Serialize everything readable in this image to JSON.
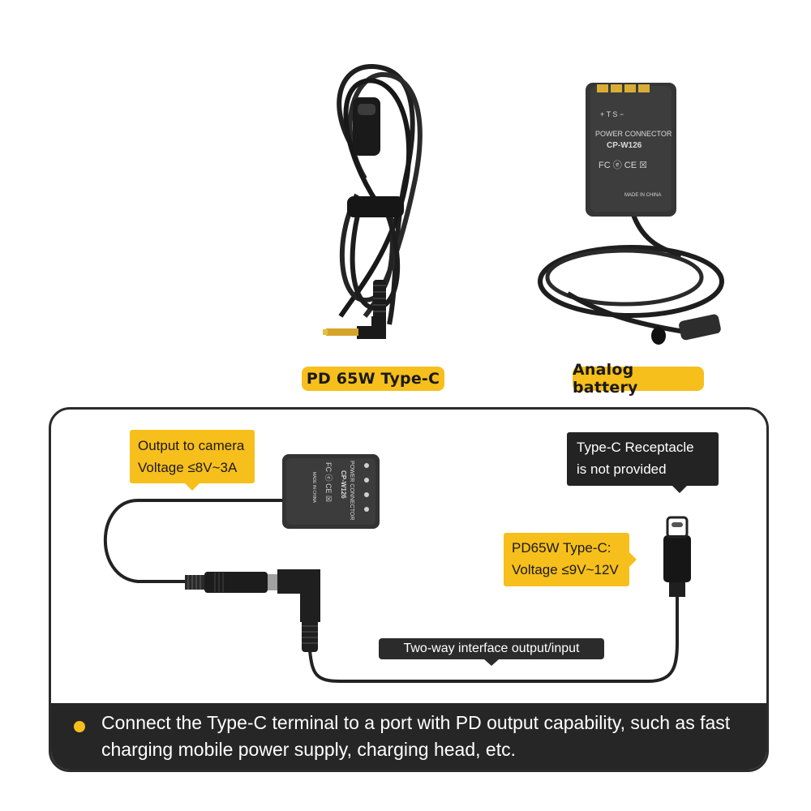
{
  "top_labels": {
    "cable": "PD 65W Type-C",
    "battery": "Analog battery"
  },
  "battery_imprint": {
    "line1": "POWER CONNECTOR",
    "line2": "CP-W126",
    "marks": "FC  ⓔ  CE  ☒",
    "made_in": "MADE IN CHINA",
    "contacts": "+  T  S  −"
  },
  "callouts": {
    "output": [
      "Output to camera",
      "Voltage ≤8V~3A"
    ],
    "receptacle": [
      "Type-C Receptacle",
      "is not provided"
    ],
    "input": [
      "PD65W Type-C:",
      "Voltage ≤9V~12V"
    ],
    "interface": "Two-way interface output/input"
  },
  "footer": {
    "text": "Connect the Type-C terminal to a port with PD output capability, such as fast charging mobile power supply, charging head, etc."
  },
  "colors": {
    "accent": "#f7bf1c",
    "dark": "#262626"
  }
}
